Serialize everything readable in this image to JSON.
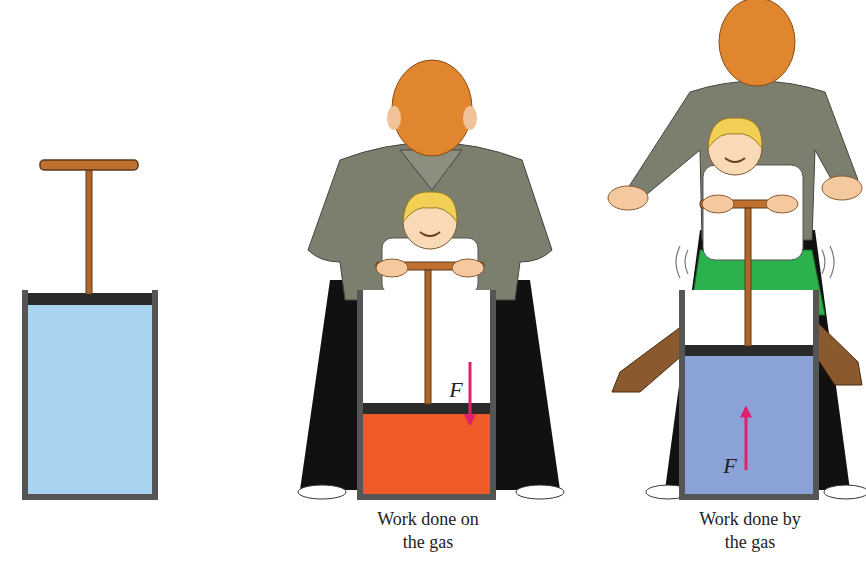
{
  "diagram": {
    "labels": [
      "F",
      "Work done on the gas",
      "F",
      "Work done by the gas"
    ]
  }
}
